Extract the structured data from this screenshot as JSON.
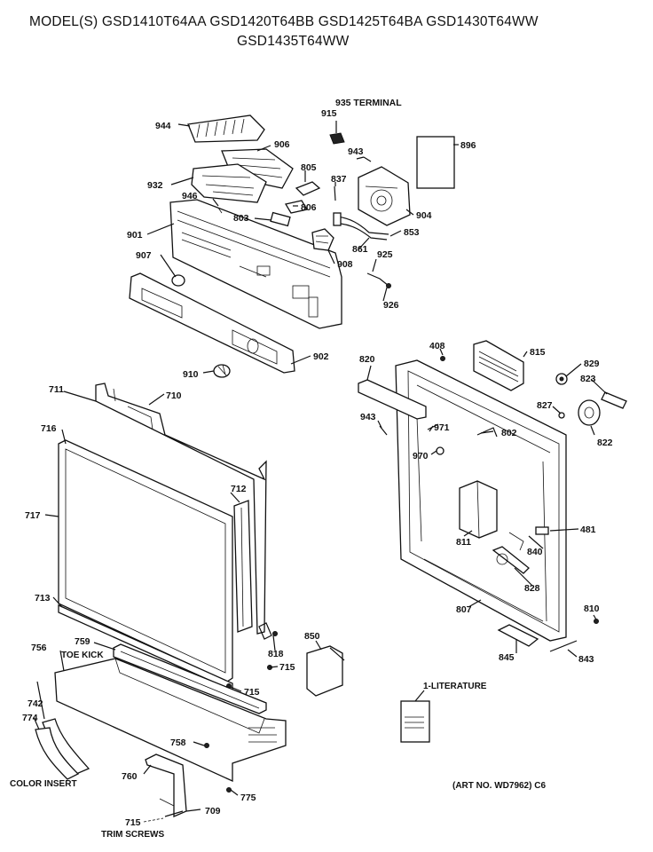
{
  "header": {
    "line1": "MODEL(S) GSD1410T64AA  GSD1420T64BB  GSD1425T64BA  GSD1430T64WW",
    "line2": "GSD1435T64WW"
  },
  "labels": {
    "p944": "944",
    "p906": "906",
    "p915": "915",
    "p935": "935 TERMINAL",
    "p943a": "943",
    "p896": "896",
    "p805": "805",
    "p837": "837",
    "p932": "932",
    "p946": "946",
    "p806": "806",
    "p803": "803",
    "p904": "904",
    "p901": "901",
    "p861": "861",
    "p853": "853",
    "p907": "907",
    "p908": "908",
    "p925": "925",
    "p926": "926",
    "p902": "902",
    "p910": "910",
    "p408": "408",
    "p815": "815",
    "p820": "820",
    "p829": "829",
    "p823": "823",
    "p711": "711",
    "p710": "710",
    "p943b": "943",
    "p827": "827",
    "p716": "716",
    "p971": "971",
    "p802": "802",
    "p822": "822",
    "p970": "970",
    "p712": "712",
    "p717": "717",
    "p481": "481",
    "p811": "811",
    "p840": "840",
    "p828": "828",
    "p713": "713",
    "p810": "810",
    "p807": "807",
    "p850": "850",
    "p818": "818",
    "p756": "756",
    "p759": "759",
    "p715a": "715",
    "p715b": "715",
    "p845": "845",
    "p843": "843",
    "p742": "742",
    "p774": "774",
    "p758": "758",
    "p760": "760",
    "p775": "775",
    "p709": "709",
    "p715c": "715"
  },
  "notes": {
    "toe_kick": "TOE KICK",
    "literature": "1-LITERATURE",
    "color_insert": "COLOR INSERT",
    "trim_screws": "TRIM SCREWS",
    "art_no": "(ART NO. WD7962) C6"
  }
}
